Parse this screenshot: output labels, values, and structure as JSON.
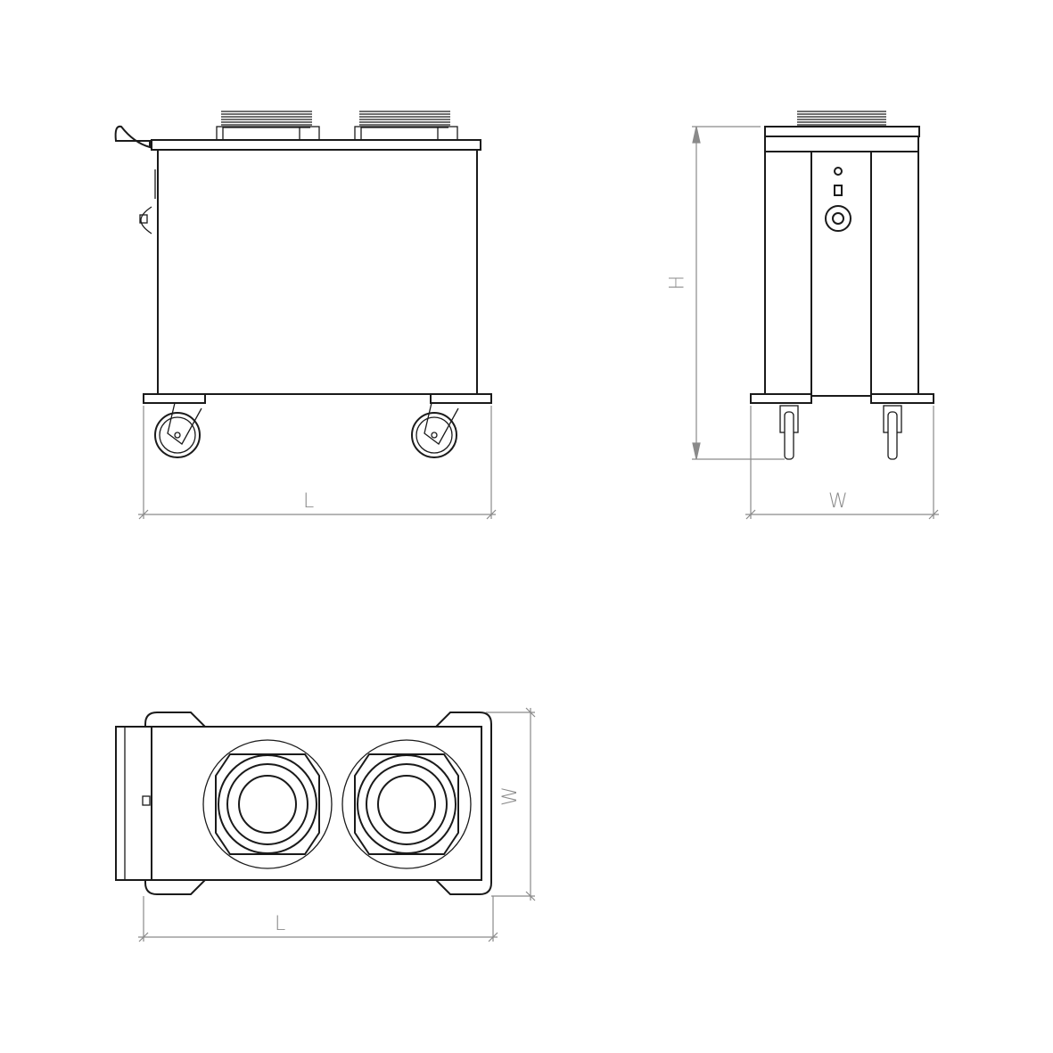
{
  "side_view": {
    "length_label": "L"
  },
  "front_view": {
    "height_label": "H",
    "width_label": "W"
  },
  "top_view": {
    "width_label": "W",
    "length_label": "L"
  }
}
